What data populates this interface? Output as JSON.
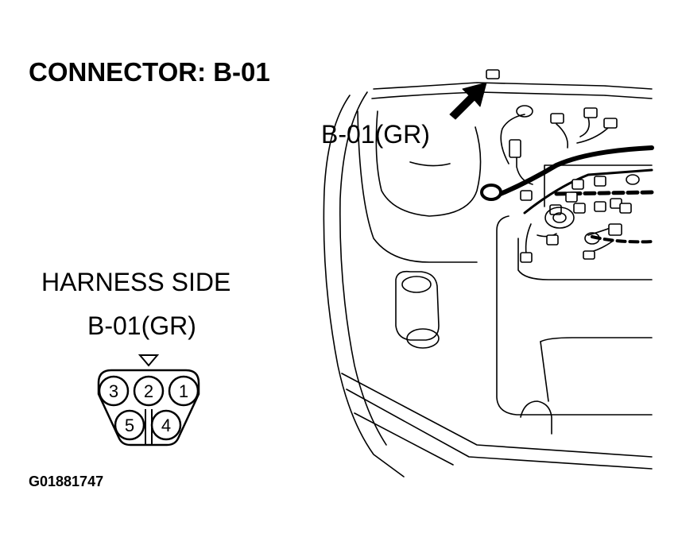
{
  "title": "CONNECTOR: B-01",
  "harness": {
    "side_label": "HARNESS SIDE",
    "connector_label": "B-01(GR)",
    "pins": [
      "3",
      "2",
      "1",
      "5",
      "4"
    ]
  },
  "engine_bay": {
    "callout_label": "B-01(GR)"
  },
  "figure_code": "G01881747",
  "colors": {
    "ink": "#000000",
    "paper": "#ffffff"
  }
}
